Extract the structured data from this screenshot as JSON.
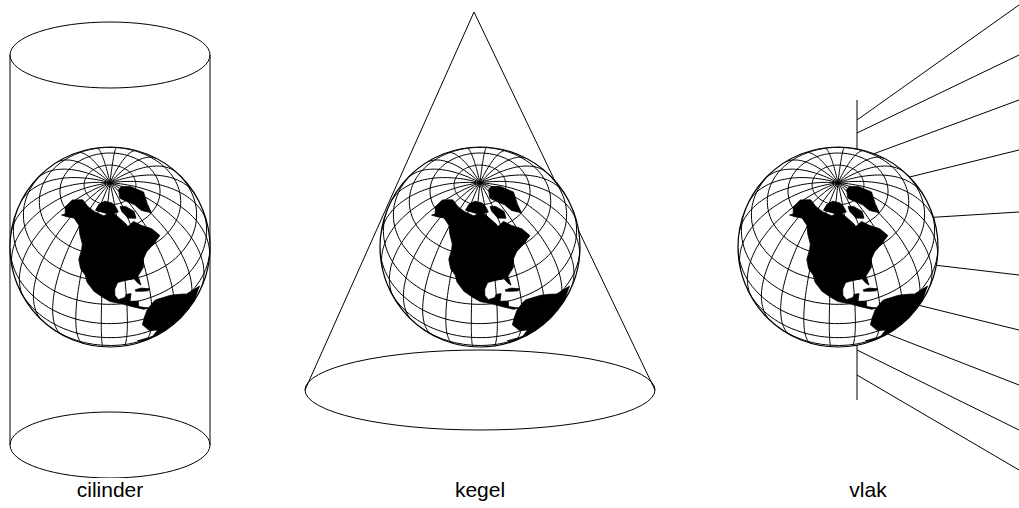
{
  "diagram": {
    "labels": [
      "cilinder",
      "kegel",
      "vlak"
    ]
  }
}
